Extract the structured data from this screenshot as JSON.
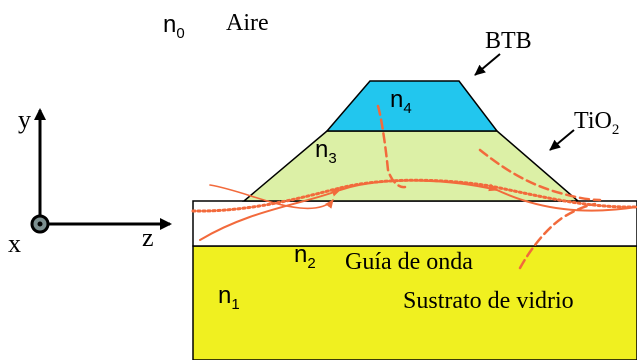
{
  "labels": {
    "n0": "n",
    "n0_sub": "0",
    "aire": "Aire",
    "btb": "BTB",
    "n4": "n",
    "n4_sub": "4",
    "tio2": "TiO",
    "tio2_sub": "2",
    "n3": "n",
    "n3_sub": "3",
    "n2": "n",
    "n2_sub": "2",
    "guia": "Guía de onda",
    "n1": "n",
    "n1_sub": "1",
    "sustrato": "Sustrato de vidrio",
    "axis_x": "x",
    "axis_y": "y",
    "axis_z": "z"
  },
  "colors": {
    "substrate": "#f0f020",
    "waveguide": "#ffffff",
    "tio2": "#dcf0a6",
    "btb": "#22c6ee",
    "ray": "#f26a3c",
    "outline": "#000000",
    "origin_dot": "#7c8f8f"
  }
}
